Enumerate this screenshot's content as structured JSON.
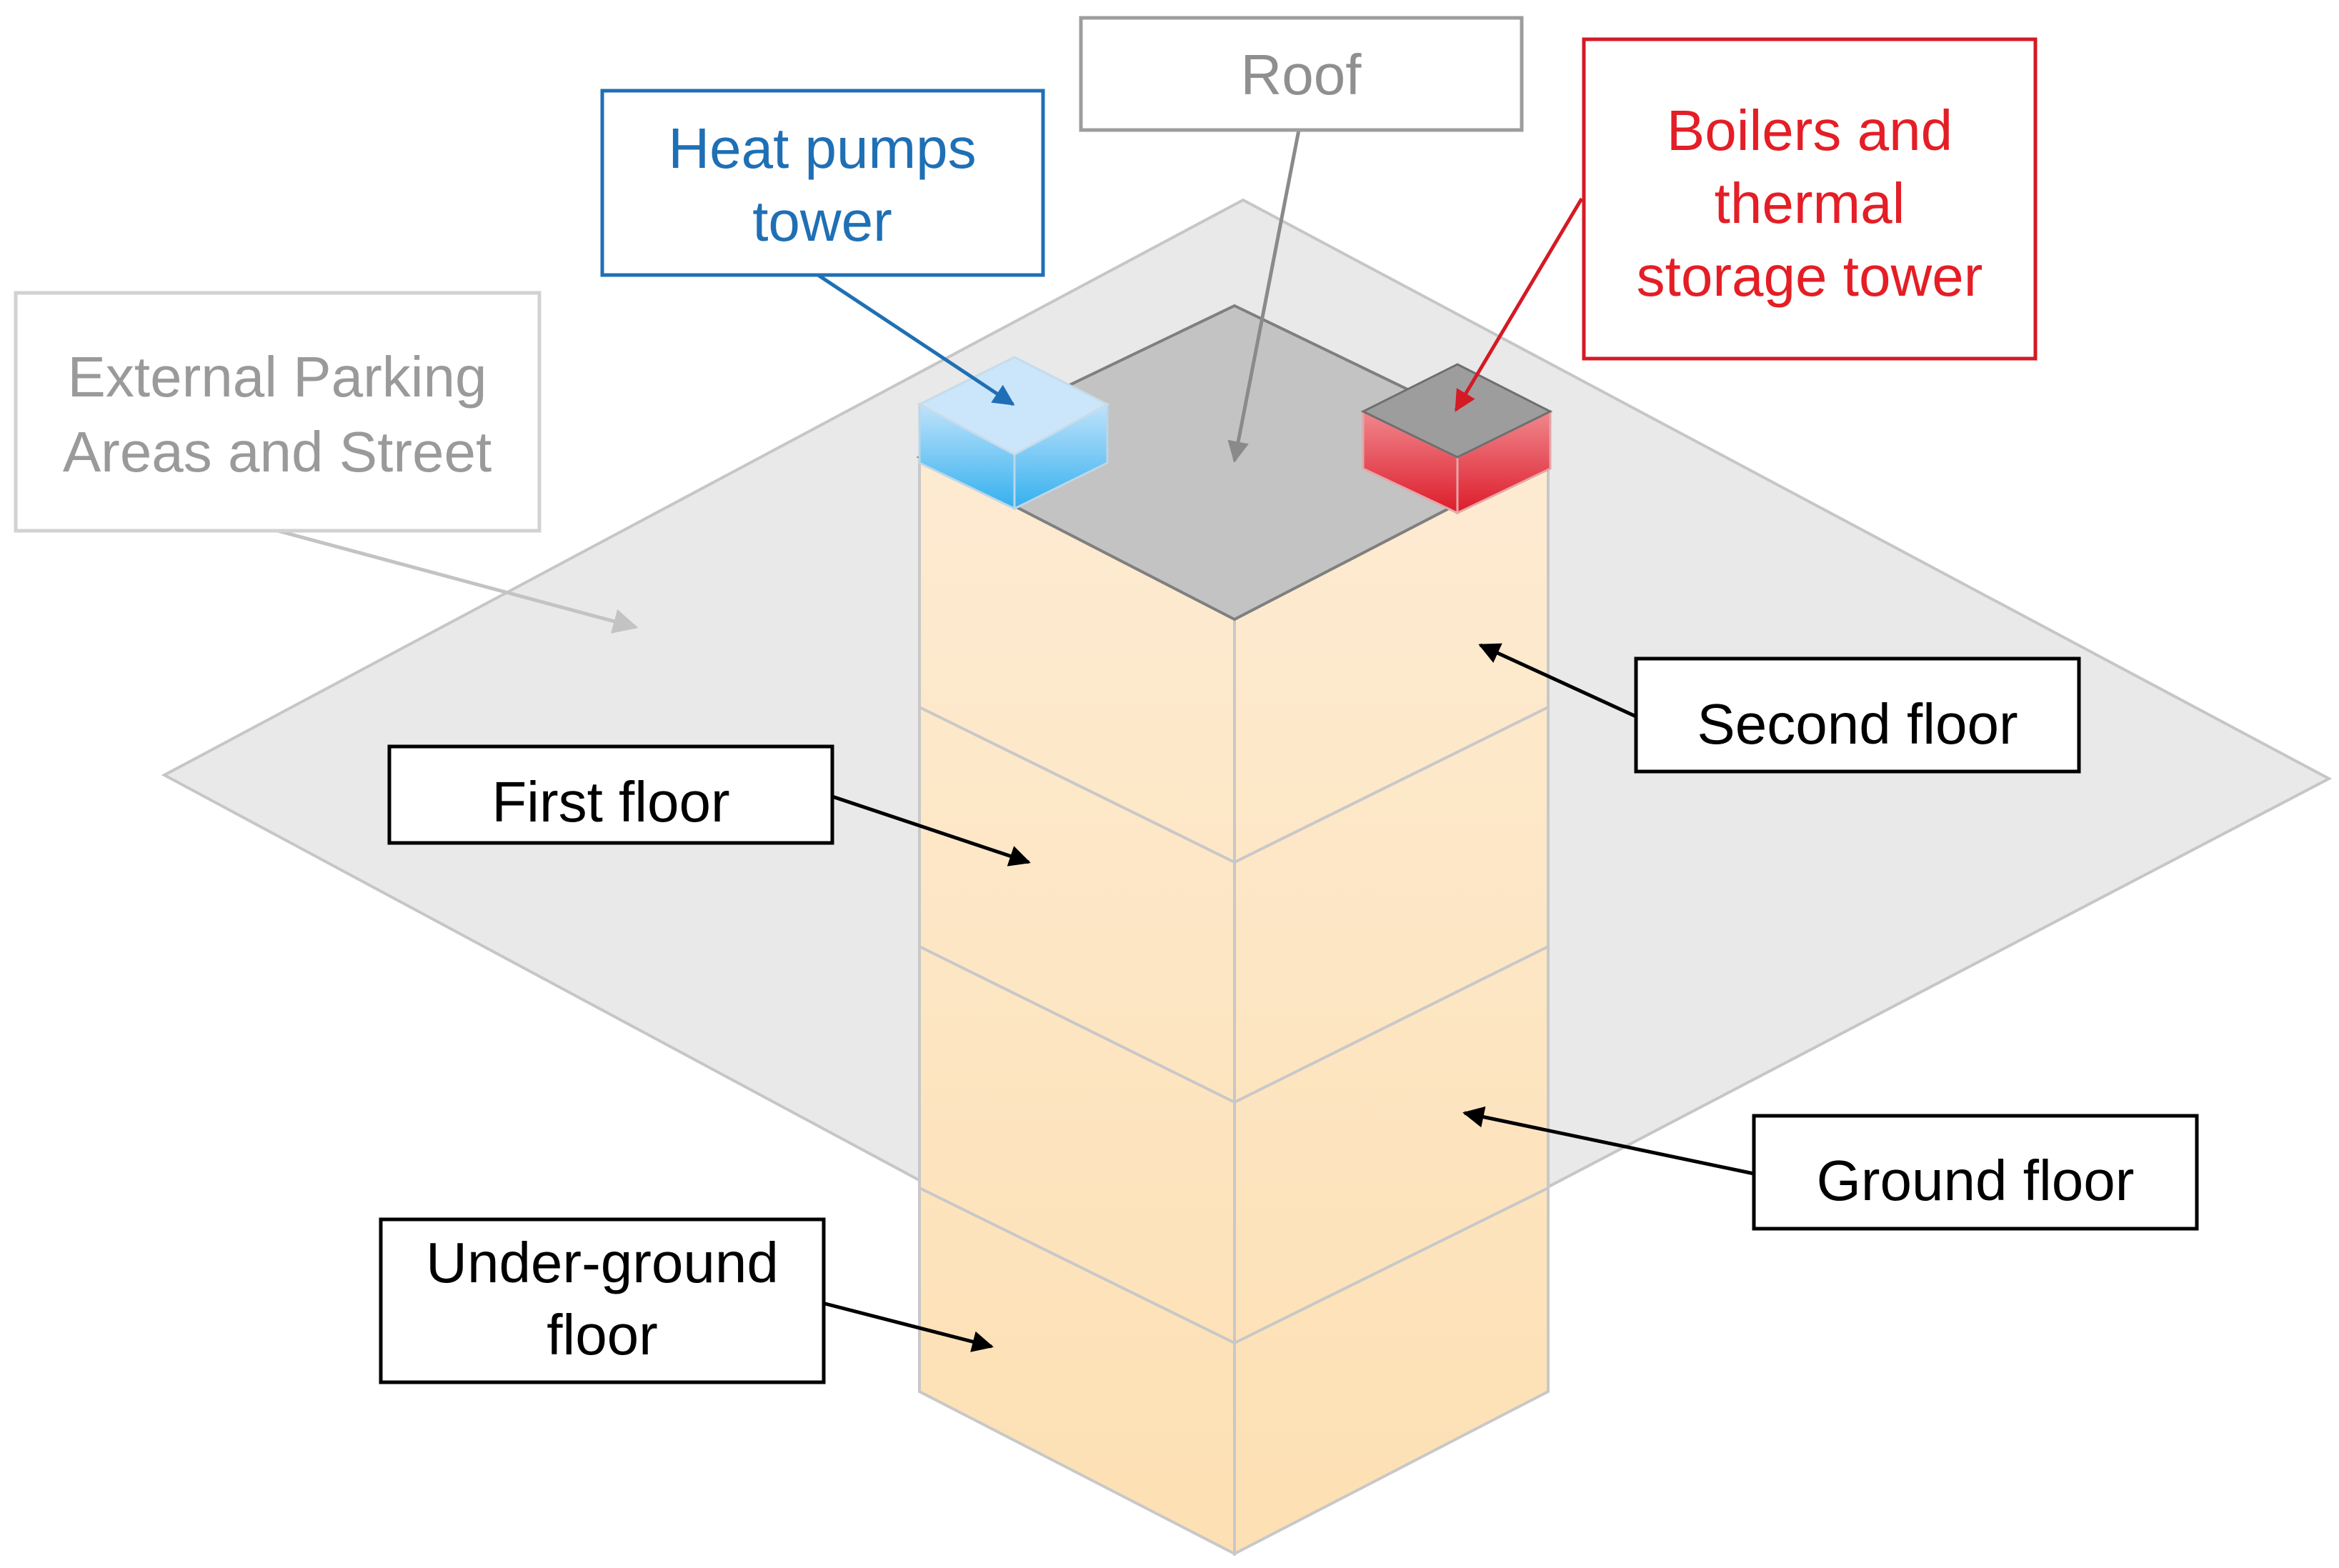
{
  "colors": {
    "ground_plane": "#e9e9e9",
    "building": "#fde9cd",
    "roof": "#c3c3c3",
    "heat_pumps": "#5bbcf2",
    "boilers": "#e2242f",
    "external_label": "#9a9a9a",
    "roof_label": "#8f8f8f",
    "heat_pumps_label": "#1f6fb5",
    "boilers_label": "#e41e26",
    "floor_label": "#000000"
  },
  "labels": {
    "external": {
      "line1": "External Parking",
      "line2": "Areas and Street"
    },
    "roof": {
      "line1": "Roof"
    },
    "heat_pumps": {
      "line1": "Heat pumps",
      "line2": "tower"
    },
    "boilers": {
      "line1": "Boilers and",
      "line2": "thermal",
      "line3": "storage tower"
    },
    "second_floor": {
      "line1": "Second floor"
    },
    "first_floor": {
      "line1": "First floor"
    },
    "ground_floor": {
      "line1": "Ground floor"
    },
    "underground_floor": {
      "line1": "Under-ground",
      "line2": "floor"
    }
  }
}
